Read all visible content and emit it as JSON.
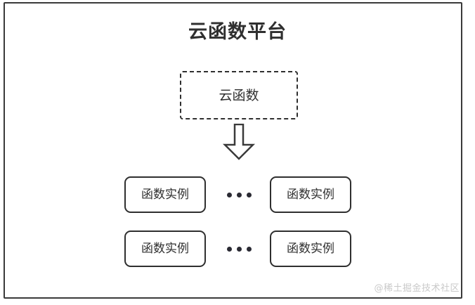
{
  "diagram": {
    "title": "云函数平台",
    "cloud_function": {
      "label": "云函数",
      "border_style": "dashed"
    },
    "arrow": {
      "icon_name": "block-arrow-down",
      "direction": "down"
    },
    "instance_rows": [
      {
        "left": {
          "label": "函数实例"
        },
        "ellipsis": "•••",
        "right": {
          "label": "函数实例"
        }
      },
      {
        "left": {
          "label": "函数实例"
        },
        "ellipsis": "•••",
        "right": {
          "label": "函数实例"
        }
      }
    ],
    "watermark": "@稀土掘金技术社区",
    "colors": {
      "stroke": "#2f2f2f",
      "frame": "#3a3a3a",
      "background": "#ffffff",
      "watermark": "#c9c9c9",
      "dot": "#2a2a33"
    }
  }
}
